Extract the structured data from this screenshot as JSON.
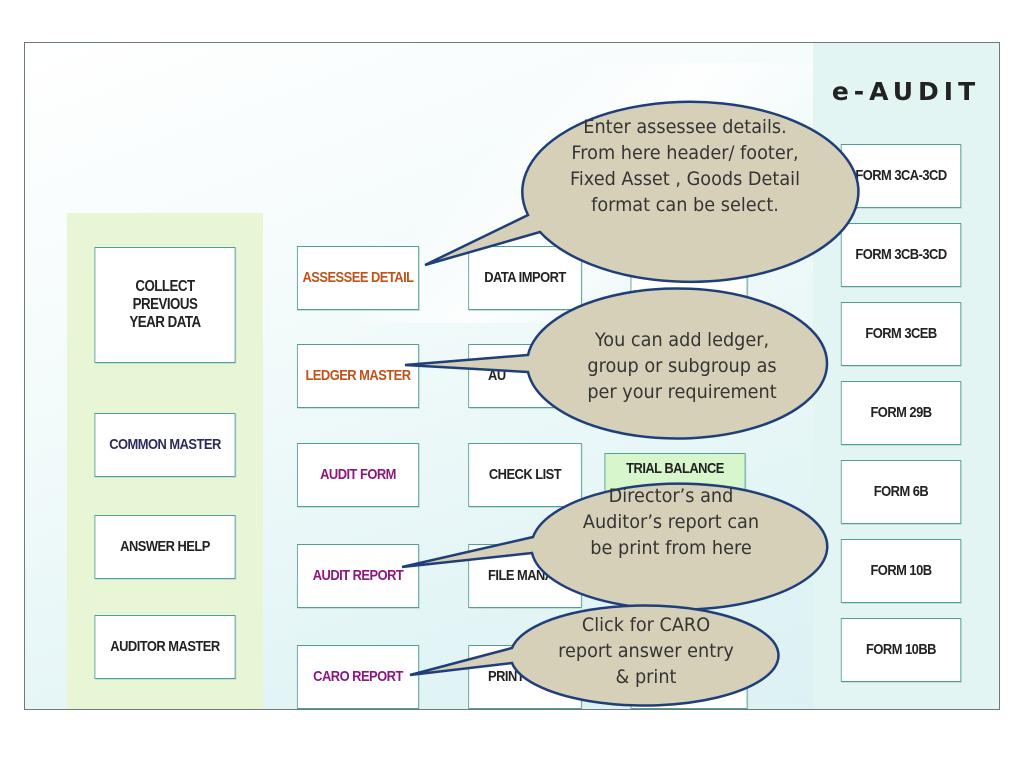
{
  "brand": "e-AUDIT",
  "left_panel": {
    "items": [
      "COLLECT\nPREVIOUS\nYEAR DATA",
      "COMMON MASTER",
      "ANSWER HELP",
      "AUDITOR MASTER"
    ]
  },
  "middle": {
    "col1": [
      "ASSESSEE DETAIL",
      "LEDGER MASTER",
      "AUDIT FORM",
      "AUDIT REPORT",
      "CARO REPORT"
    ],
    "col2": [
      "DATA IMPORT",
      "AU",
      "CHECK LIST",
      "FILE MANA",
      "PRINT"
    ],
    "col3": [
      "TRIAL BALANCE"
    ]
  },
  "forms": [
    "FORM 3CA-3CD",
    "FORM 3CB-3CD",
    "FORM 3CEB",
    "FORM 29B",
    "FORM 6B",
    "FORM 10B",
    "FORM 10BB"
  ],
  "callouts": {
    "assessee": "Enter assessee details. From here header/ footer, Fixed Asset , Goods Detail format can be select.",
    "ledger": "You can add ledger, group or subgroup as per your requirement",
    "audit_report": "Director’s and Auditor’s report can be print from here",
    "caro": "Click for CARO report answer entry & print"
  },
  "colors": {
    "bubble_fill": "#d6d0b8",
    "bubble_stroke": "#1f3f7a",
    "button_border": "#4f9f95",
    "left_panel_bg": "#e9f6d6",
    "right_panel_bg": "#e3f5f3"
  }
}
